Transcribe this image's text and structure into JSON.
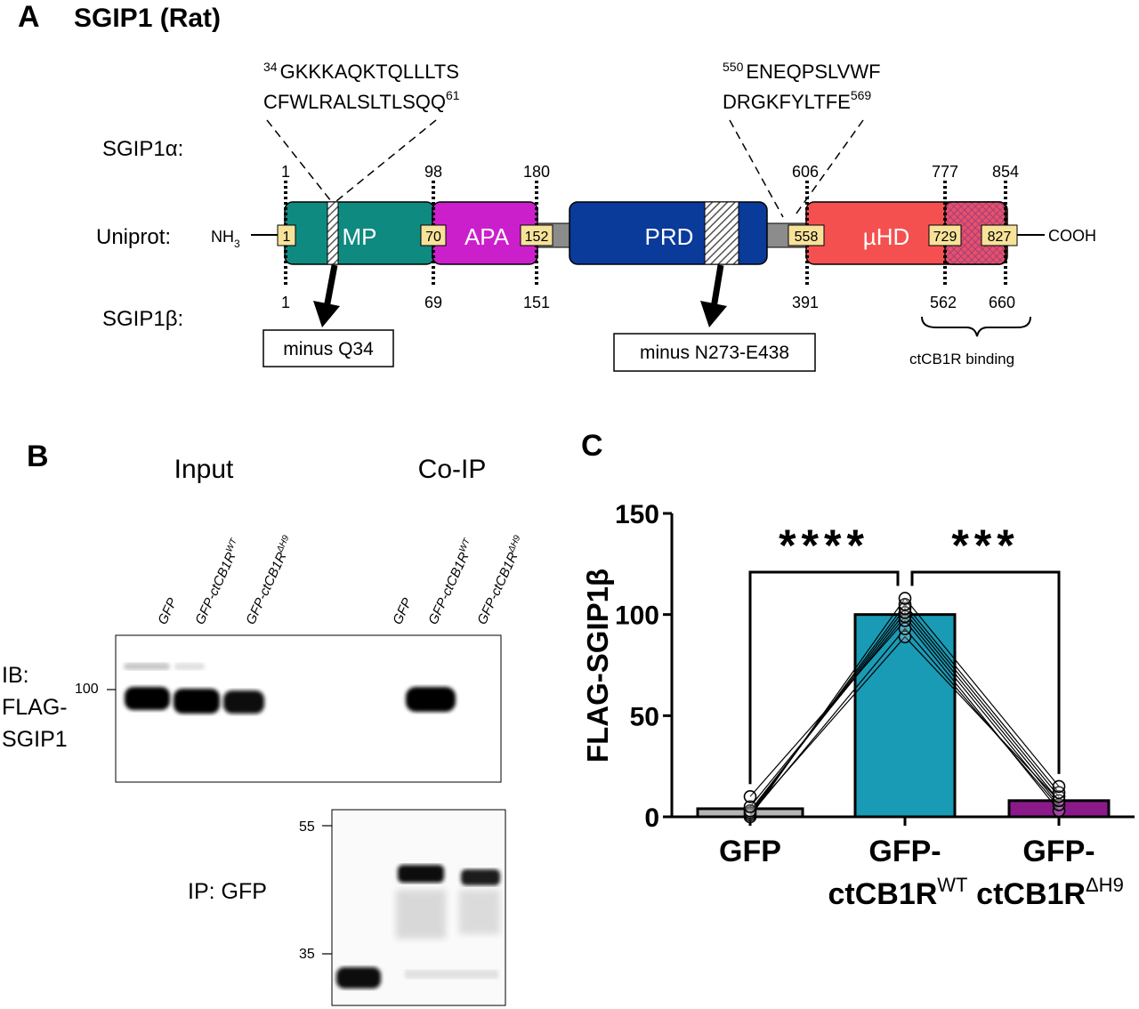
{
  "panel_a": {
    "letter": "A",
    "title": "SGIP1 (Rat)",
    "row_alpha": "SGIP1α:",
    "row_uniprot": "Uniprot:",
    "row_beta": "SGIP1β:",
    "nh3": {
      "base": "NH",
      "sub": "3"
    },
    "cooh": "COOH",
    "seq1": {
      "sup_start": "34",
      "line1": "GKKKAQKTQLLLTS",
      "line2": "CFWLRALSLTLSQQ",
      "sup_end": "61"
    },
    "seq2": {
      "sup_start": "550",
      "line1": "ENEQPSLVWF",
      "line2": "DRGKFYLTFE",
      "sup_end": "569"
    },
    "domains": [
      {
        "name": "MP",
        "color": "#0f8a80"
      },
      {
        "name": "APA",
        "color": "#cc1fcc"
      },
      {
        "name": "PRD",
        "color": "#0a3a9a"
      },
      {
        "name": "µHD",
        "color": "#f45050"
      }
    ],
    "alpha_numbers": [
      "1",
      "98",
      "180",
      "606",
      "777",
      "854"
    ],
    "uniprot_numbers": [
      "1",
      "70",
      "152",
      "558",
      "729",
      "827"
    ],
    "beta_numbers": [
      "1",
      "69",
      "151",
      "391",
      "562",
      "660"
    ],
    "deletion_boxes": [
      "minus Q34",
      "minus N273-E438"
    ],
    "binding_label": "ctCB1R binding"
  },
  "panel_b": {
    "letter": "B",
    "input_header": "Input",
    "coip_header": "Co-IP",
    "lanes": [
      {
        "base": "GFP",
        "sup": ""
      },
      {
        "base": "GFP-ctCB1R",
        "sup": "WT"
      },
      {
        "base": "GFP-ctCB1R",
        "sup": "ΔH9"
      },
      {
        "base": "GFP",
        "sup": ""
      },
      {
        "base": "GFP-ctCB1R",
        "sup": "WT"
      },
      {
        "base": "GFP-ctCB1R",
        "sup": "ΔH9"
      }
    ],
    "ib_label": [
      "IB:",
      "FLAG-",
      "SGIP1"
    ],
    "marker_100": "100",
    "marker_55": "55",
    "marker_35": "35",
    "ip_label": "IP: GFP"
  },
  "panel_c": {
    "letter": "C",
    "significance": [
      "****",
      "***"
    ]
  },
  "chart_data": {
    "type": "bar",
    "ylabel": "FLAG-SGIP1β",
    "ylim": [
      0,
      150
    ],
    "yticks": [
      0,
      50,
      100,
      150
    ],
    "categories": [
      {
        "line1": "GFP",
        "line2": "",
        "sup": ""
      },
      {
        "line1": "GFP-",
        "line2": "ctCB1R",
        "sup": "WT"
      },
      {
        "line1": "GFP-",
        "line2": "ctCB1R",
        "sup": "ΔH9"
      }
    ],
    "values": [
      4,
      100,
      8
    ],
    "colors": [
      "#b5b5b5",
      "#1a9bb5",
      "#8a1a8a"
    ],
    "points": [
      [
        0,
        1,
        2,
        3,
        5,
        10
      ],
      [
        89,
        93,
        97,
        99,
        101,
        103,
        105,
        108
      ],
      [
        3,
        6,
        8,
        10,
        12,
        15
      ]
    ],
    "paired_lines": [
      [
        0,
        108,
        15
      ],
      [
        1,
        105,
        12
      ],
      [
        2,
        103,
        10
      ],
      [
        3,
        101,
        8
      ],
      [
        5,
        99,
        6
      ],
      [
        10,
        97,
        3
      ],
      [
        1,
        93,
        5
      ],
      [
        2,
        89,
        8
      ]
    ],
    "comparisons": [
      {
        "from": 0,
        "to": 1,
        "label": "****"
      },
      {
        "from": 1,
        "to": 2,
        "label": "***"
      }
    ]
  }
}
